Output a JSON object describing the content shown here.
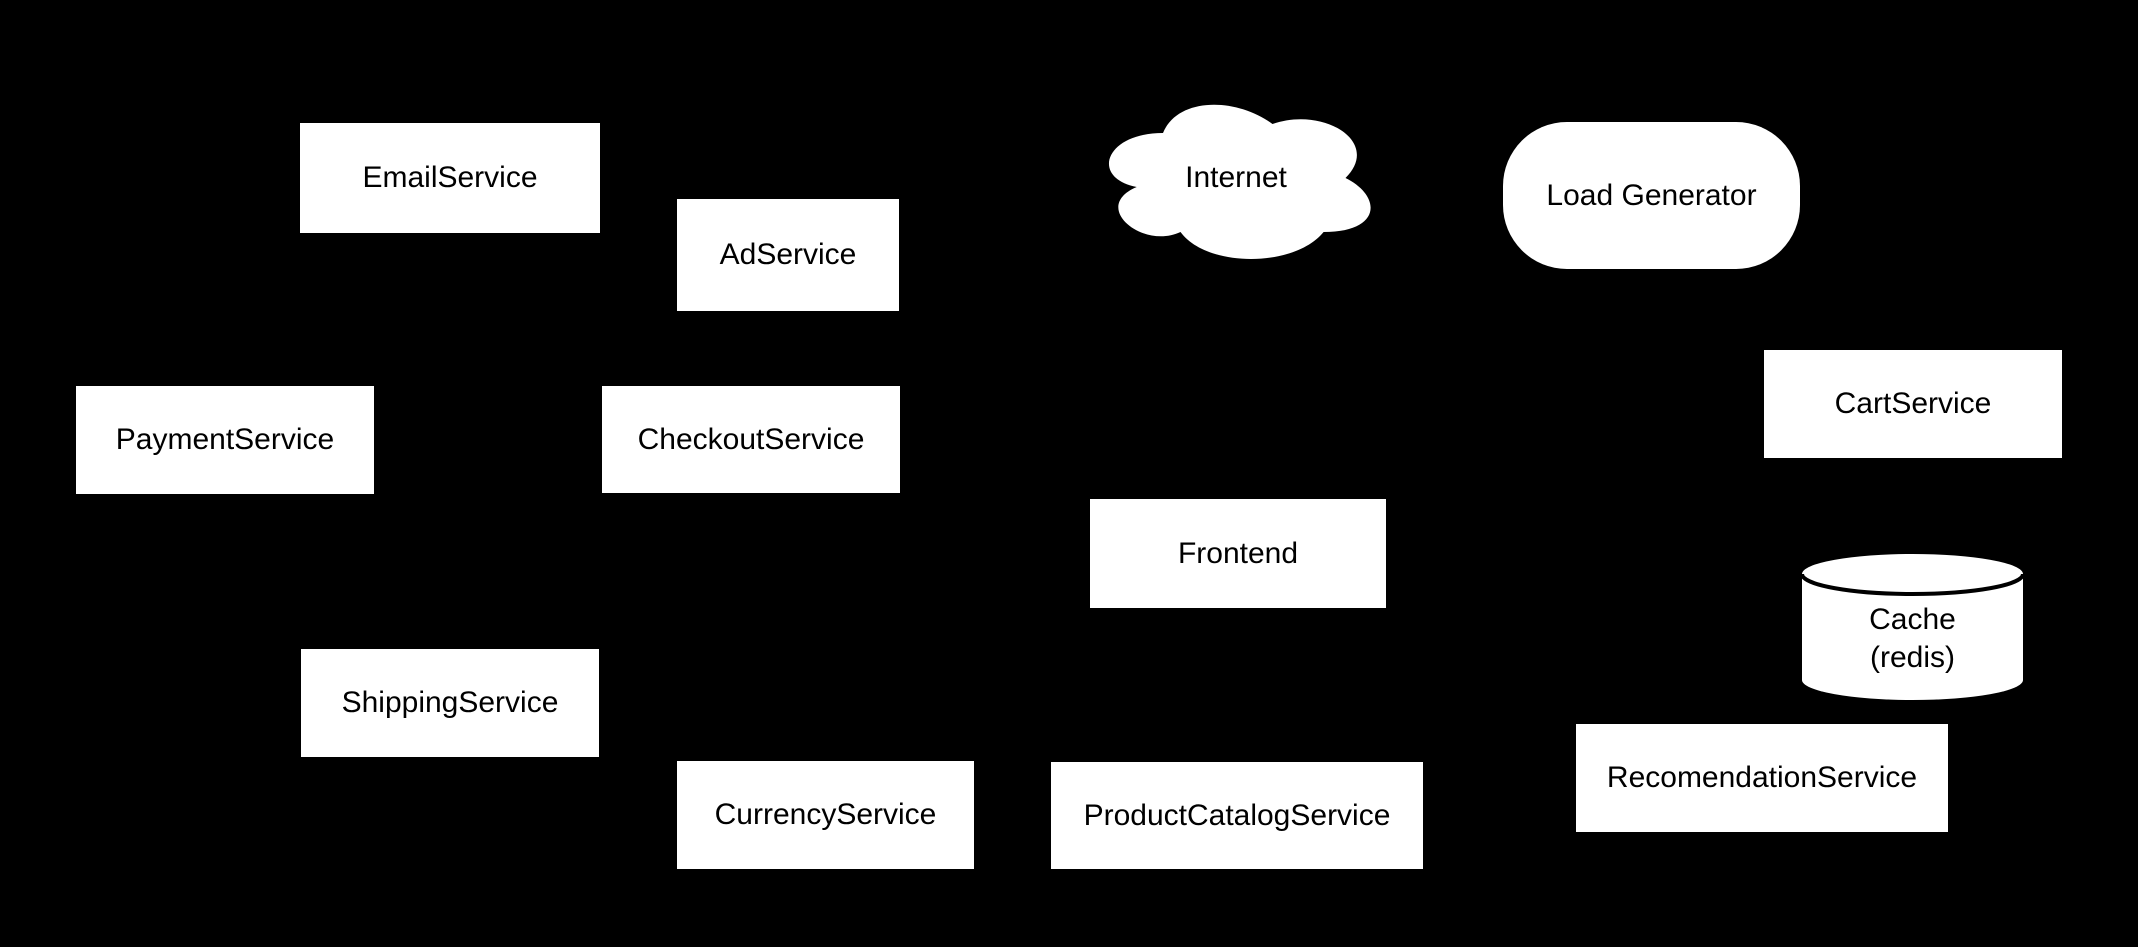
{
  "diagram": {
    "colors": {
      "background": "#000000",
      "shape_fill": "#ffffff",
      "shape_text": "#000000",
      "cylinder_stroke": "#000000"
    },
    "nodes": {
      "email_service": {
        "label": "EmailService",
        "shape": "rectangle"
      },
      "ad_service": {
        "label": "AdService",
        "shape": "rectangle"
      },
      "payment_service": {
        "label": "PaymentService",
        "shape": "rectangle"
      },
      "checkout_service": {
        "label": "CheckoutService",
        "shape": "rectangle"
      },
      "shipping_service": {
        "label": "ShippingService",
        "shape": "rectangle"
      },
      "currency_service": {
        "label": "CurrencyService",
        "shape": "rectangle"
      },
      "product_catalog_service": {
        "label": "ProductCatalogService",
        "shape": "rectangle"
      },
      "frontend": {
        "label": "Frontend",
        "shape": "rectangle"
      },
      "internet": {
        "label": "Internet",
        "shape": "cloud"
      },
      "load_generator": {
        "label": "Load Generator",
        "shape": "terminator"
      },
      "cart_service": {
        "label": "CartService",
        "shape": "rectangle"
      },
      "cache_redis": {
        "label": "Cache\n(redis)",
        "shape": "cylinder"
      },
      "recomendation_service": {
        "label": "RecomendationService",
        "shape": "rectangle"
      }
    }
  }
}
